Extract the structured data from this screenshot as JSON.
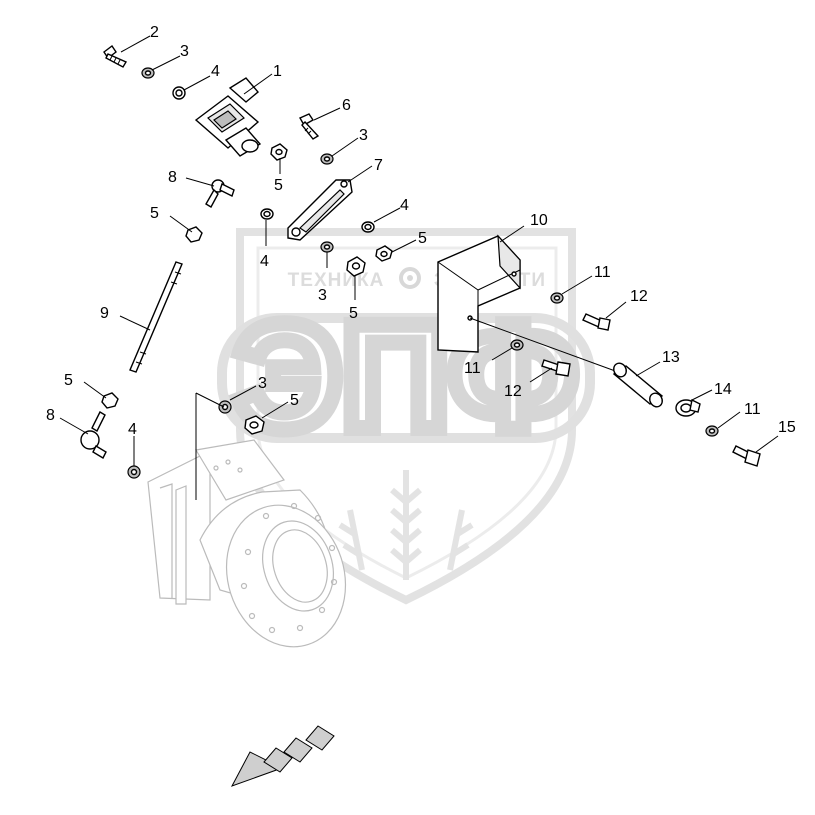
{
  "watermark": {
    "left_word": "ТЕХНИКА",
    "right_word": "ЗАПЧАСТИ",
    "big_letters": "ЭПФ"
  },
  "callouts": [
    {
      "id": "c1",
      "label": "1"
    },
    {
      "id": "c2",
      "label": "2"
    },
    {
      "id": "c3a",
      "label": "3"
    },
    {
      "id": "c4a",
      "label": "4"
    },
    {
      "id": "c5a",
      "label": "5"
    },
    {
      "id": "c6",
      "label": "6"
    },
    {
      "id": "c3b",
      "label": "3"
    },
    {
      "id": "c7",
      "label": "7"
    },
    {
      "id": "c8a",
      "label": "8"
    },
    {
      "id": "c5b",
      "label": "5"
    },
    {
      "id": "c4b",
      "label": "4"
    },
    {
      "id": "c4c",
      "label": "4"
    },
    {
      "id": "c5c",
      "label": "5"
    },
    {
      "id": "c3c",
      "label": "3"
    },
    {
      "id": "c5d",
      "label": "5"
    },
    {
      "id": "c10",
      "label": "10"
    },
    {
      "id": "c11a",
      "label": "11"
    },
    {
      "id": "c12a",
      "label": "12"
    },
    {
      "id": "c9",
      "label": "9"
    },
    {
      "id": "c11b",
      "label": "11"
    },
    {
      "id": "c12b",
      "label": "12"
    },
    {
      "id": "c13",
      "label": "13"
    },
    {
      "id": "c5e",
      "label": "5"
    },
    {
      "id": "c3d",
      "label": "3"
    },
    {
      "id": "c5f",
      "label": "5"
    },
    {
      "id": "c14",
      "label": "14"
    },
    {
      "id": "c8b",
      "label": "8"
    },
    {
      "id": "c4d",
      "label": "4"
    },
    {
      "id": "c11c",
      "label": "11"
    },
    {
      "id": "c15",
      "label": "15"
    }
  ]
}
